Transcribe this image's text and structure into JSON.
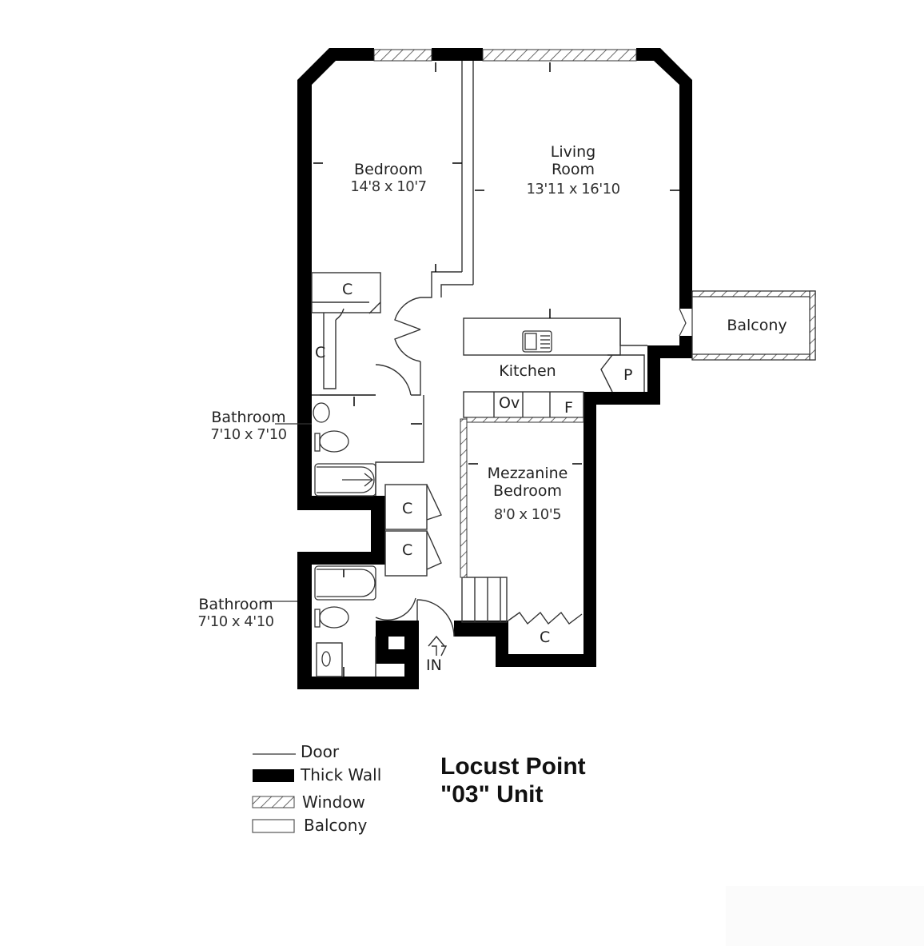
{
  "title": {
    "line1": "Locust Point",
    "line2": "\"03\" Unit"
  },
  "rooms": {
    "bedroom": {
      "name": "Bedroom",
      "dims": "14'8 x 10'7"
    },
    "living_room": {
      "name_line1": "Living",
      "name_line2": "Room",
      "dims": "13'11 x 16'10"
    },
    "kitchen": {
      "name": "Kitchen"
    },
    "balcony": {
      "name": "Balcony"
    },
    "bathroom_1": {
      "name": "Bathroom",
      "dims": "7'10 x 7'10"
    },
    "bathroom_2": {
      "name": "Bathroom",
      "dims": "7'10 x 4'10"
    },
    "mezzanine_bedroom": {
      "name_line1": "Mezzanine",
      "name_line2": "Bedroom",
      "dims": "8'0 x 10'5"
    }
  },
  "fixtures": {
    "closet": "C",
    "pantry": "P",
    "oven": "Ov",
    "fridge": "F",
    "entrance": "IN"
  },
  "legend": [
    {
      "label": "Door",
      "symbol": "line"
    },
    {
      "label": "Thick Wall",
      "symbol": "solid"
    },
    {
      "label": "Window",
      "symbol": "hatch"
    },
    {
      "label": "Balcony",
      "symbol": "outline"
    }
  ],
  "colors": {
    "wall": "#000000",
    "line": "#333333",
    "background": "#ffffff"
  }
}
